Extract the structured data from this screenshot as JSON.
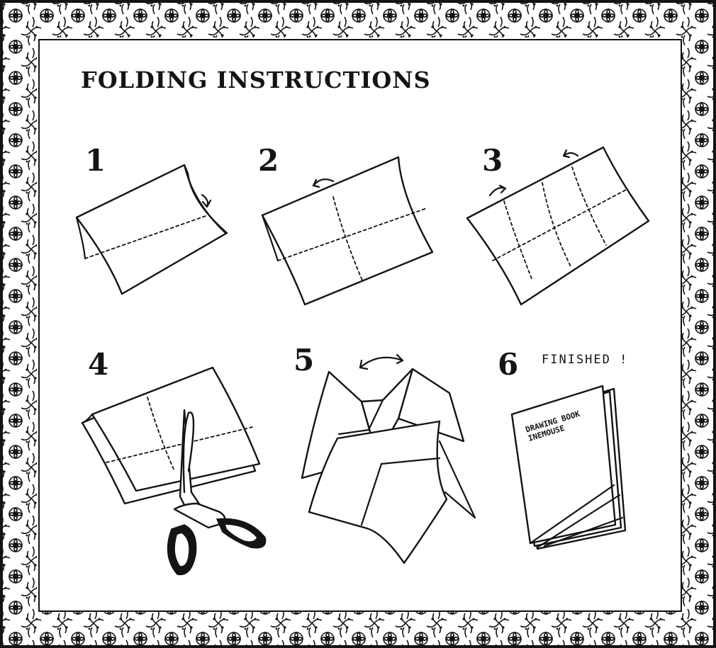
{
  "title": "FOLDING INSTRUCTIONS",
  "steps": [
    {
      "number": "1",
      "icon": "fold-in-half-icon"
    },
    {
      "number": "2",
      "icon": "fold-in-quarters-icon"
    },
    {
      "number": "3",
      "icon": "fold-in-eighths-icon"
    },
    {
      "number": "4",
      "icon": "cut-with-scissors-icon"
    },
    {
      "number": "5",
      "icon": "push-and-fold-icon"
    },
    {
      "number": "6",
      "icon": "finished-booklet-icon"
    }
  ],
  "finished_label": "FINISHED !",
  "book_cover": {
    "line1": "DRAWING BOOK",
    "line2": "INEMOUSE"
  },
  "colors": {
    "ink": "#141414",
    "paper": "#ffffff"
  }
}
